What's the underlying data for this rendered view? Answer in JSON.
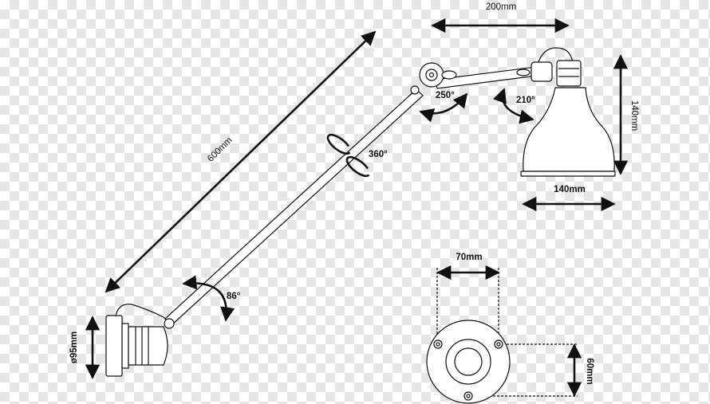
{
  "dimensions": {
    "arm_length": "600mm",
    "shade_offset": "200mm",
    "shade_height": "140mm",
    "shade_width": "140mm",
    "base_diameter": "ø95mm",
    "plate_width": "70mm",
    "plate_height": "60mm"
  },
  "angles": {
    "arm_rotation": "360°",
    "elbow": "250°",
    "shade_tilt": "210°",
    "base_tilt": "86°"
  },
  "colors": {
    "line": "#111111",
    "checker": "#e6e6e6"
  }
}
